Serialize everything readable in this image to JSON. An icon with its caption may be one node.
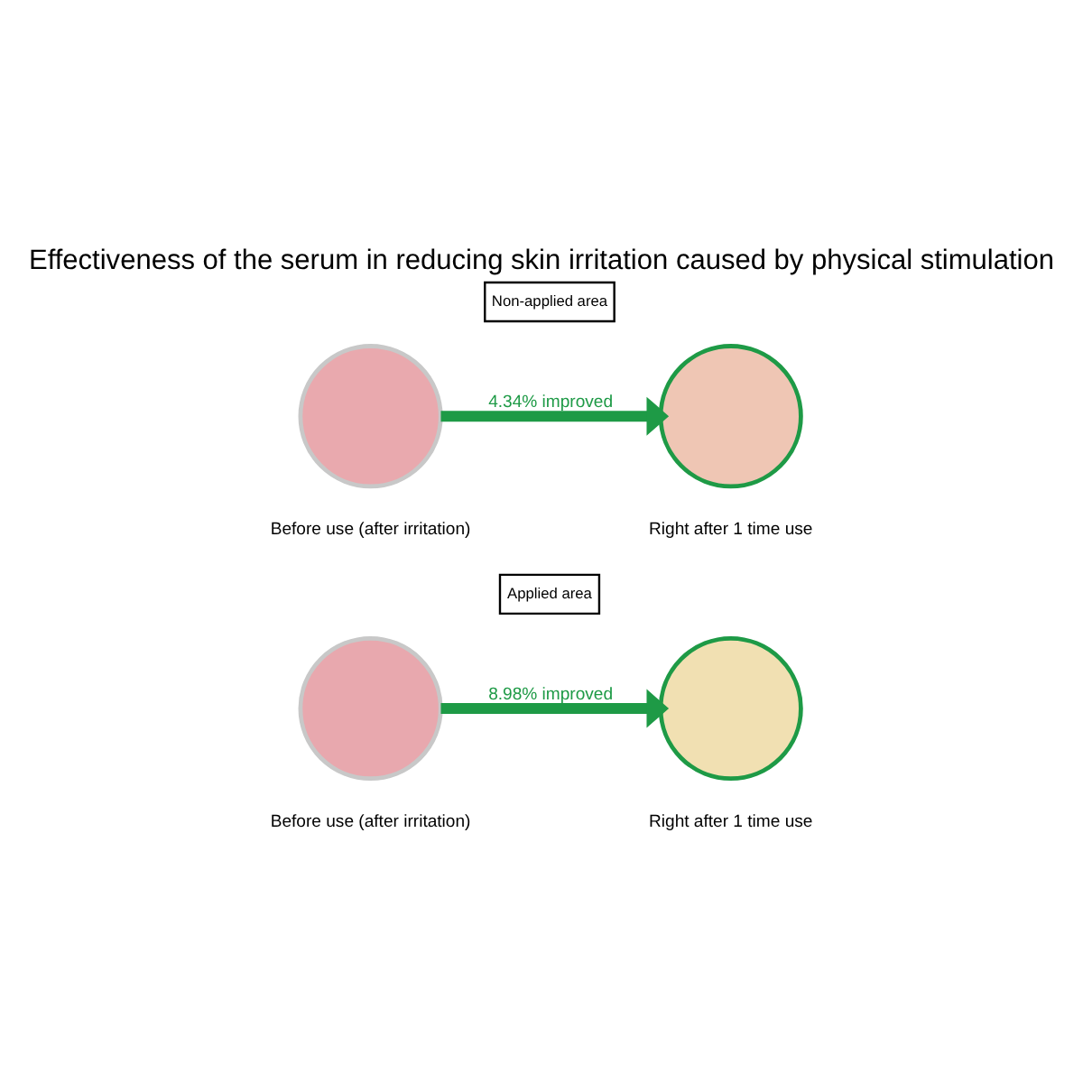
{
  "diagram": {
    "title": "Effectiveness of the serum in reducing skin irritation caused by physical stimulation",
    "nodes": [
      {
        "text": [
          "Non-applied area"
        ]
      },
      {
        "text": [],
        "shape": "circle",
        "beside": [
          "Before use (after irritation)"
        ]
      },
      {
        "text": [],
        "shape": "circle",
        "beside": [
          "Right after 1 time use"
        ]
      },
      {
        "text": [
          "Applied area"
        ]
      },
      {
        "text": [],
        "shape": "circle",
        "beside": [
          "Before use (after irritation)"
        ]
      },
      {
        "text": [],
        "shape": "circle",
        "beside": [
          "Right after 1 time use"
        ]
      }
    ],
    "edges": [
      {
        "from": 1,
        "to": 2,
        "arrow": "to",
        "label": "4.34% improved"
      },
      {
        "from": 4,
        "to": 5,
        "arrow": "to",
        "label": "8.98% improved"
      }
    ]
  }
}
